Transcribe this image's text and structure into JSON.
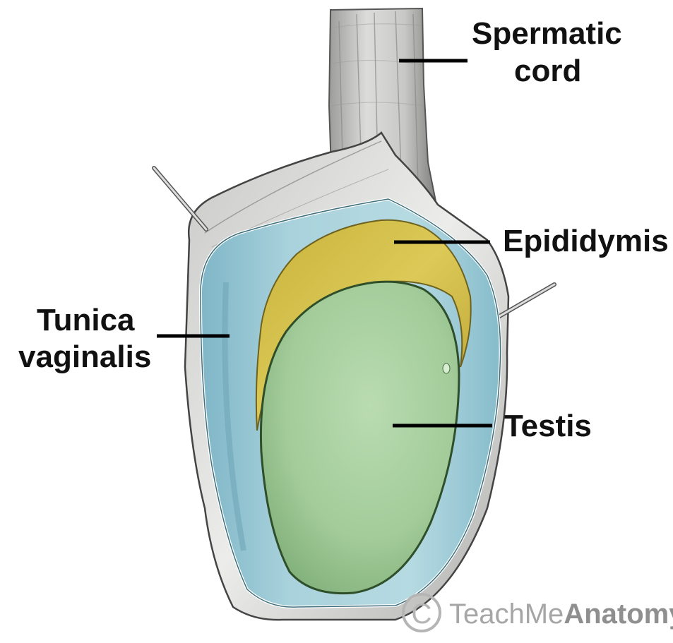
{
  "labels": {
    "spermatic_cord_line1": "Spermatic",
    "spermatic_cord_line2": "cord",
    "epididymis": "Epididymis",
    "tunica_vaginalis_line1": "Tunica",
    "tunica_vaginalis_line2": "vaginalis",
    "testis": "Testis"
  },
  "watermark": {
    "symbol": "C",
    "text_light": "TeachMe",
    "text_bold": "Anatomy"
  },
  "colors": {
    "cord": "#d4d4d2",
    "outer_sheath": "#e2e2e0",
    "tunica": "#a9d2dc",
    "epididymis": "#d6c24a",
    "testis": "#a8cf9f",
    "label_text": "#111111"
  }
}
